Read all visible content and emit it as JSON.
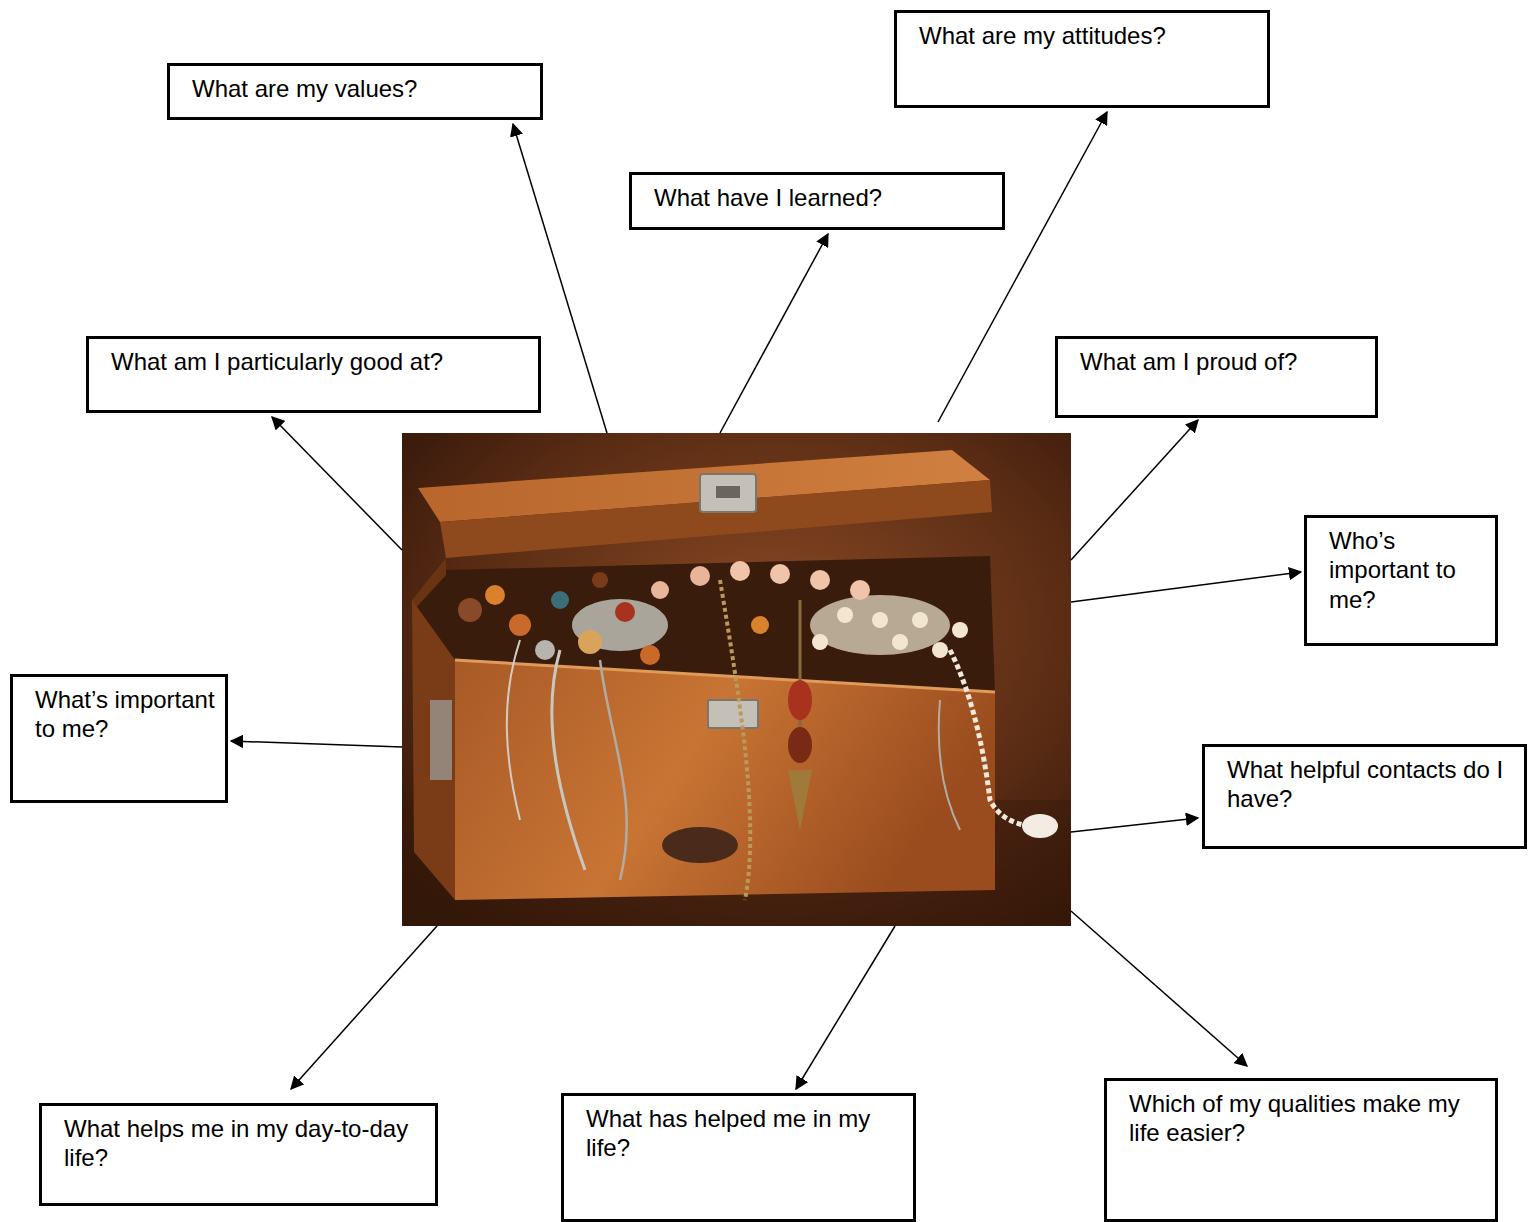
{
  "diagram": {
    "nodes": [
      {
        "text": [
          "What are my values?"
        ]
      },
      {
        "text": [
          "What are my attitudes?"
        ]
      },
      {
        "text": [
          "What have I learned?"
        ]
      },
      {
        "text": [
          "What am I particularly good at?"
        ]
      },
      {
        "text": [
          "What am I proud of?"
        ]
      },
      {
        "text": [
          "Who’s important to me?"
        ]
      },
      {
        "text": [
          "What’s important to me?"
        ]
      },
      {
        "text": [
          "What helpful contacts do I have?"
        ]
      },
      {
        "text": [
          "What helps me in my day-to-day life?"
        ]
      },
      {
        "text": [
          "What has helped me in my life?"
        ]
      },
      {
        "text": [
          "Which of my qualities make my life easier?"
        ]
      }
    ]
  }
}
